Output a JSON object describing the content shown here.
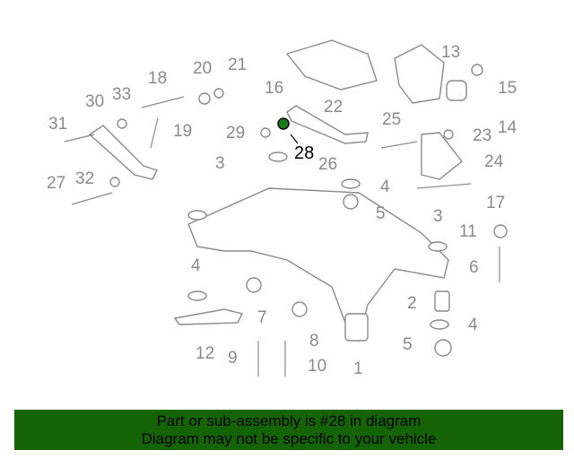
{
  "diagram": {
    "callouts": [
      "13",
      "16",
      "22",
      "15",
      "14",
      "18",
      "20",
      "21",
      "30",
      "33",
      "31",
      "19",
      "29",
      "25",
      "23",
      "26",
      "3",
      "24",
      "27",
      "32",
      "4",
      "17",
      "5",
      "3",
      "11",
      "6",
      "4",
      "2",
      "7",
      "4",
      "8",
      "12",
      "5",
      "9",
      "10",
      "1"
    ],
    "highlighted": "28",
    "highlight_color": "#1a7a1a"
  },
  "banner": {
    "line1": "Part or sub-assembly is #28 in diagram",
    "line2": "Diagram may not be specific to your vehicle",
    "color": "#146405"
  }
}
